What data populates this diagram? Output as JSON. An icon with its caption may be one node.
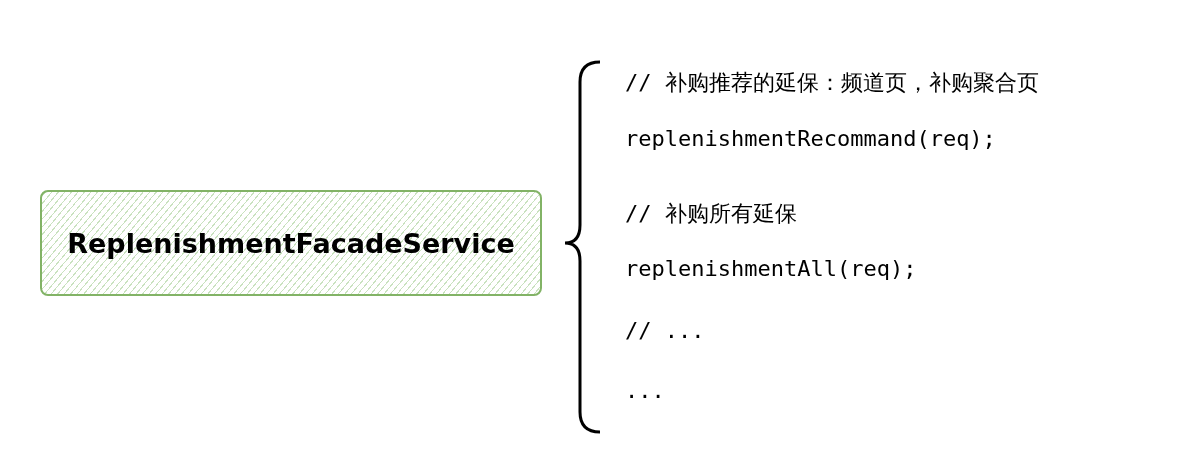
{
  "diagram": {
    "nodes": [
      {
        "text": [
          "ReplenishmentFacadeService"
        ]
      }
    ],
    "labels": [
      "// 补购推荐的延保：频道页，补购聚合页",
      "replenishmentRecommand(req);",
      "// 补购所有延保",
      "replenishmentAll(req);",
      "// ...",
      "..."
    ]
  }
}
